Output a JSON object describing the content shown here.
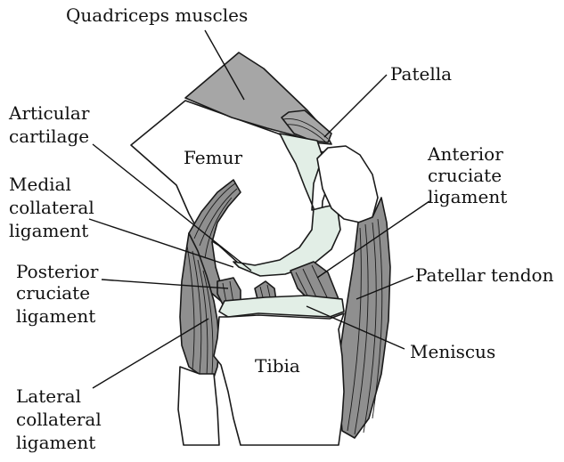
{
  "labels": {
    "quadriceps": "Quadriceps muscles",
    "patella": "Patella",
    "articular_cartilage": [
      "Articular",
      "cartilage"
    ],
    "femur": "Femur",
    "anterior_cruciate": [
      "Anterior",
      "cruciate",
      "ligament"
    ],
    "medial_collateral": [
      "Medial",
      "collateral",
      "ligament"
    ],
    "posterior_cruciate": [
      "Posterior",
      "cruciate",
      "ligament"
    ],
    "patellar_tendon": "Patellar tendon",
    "meniscus": "Meniscus",
    "tibia": "Tibia",
    "lateral_collateral": [
      "Lateral",
      "collateral",
      "ligament"
    ]
  },
  "colors": {
    "muscle": "#a6a6a6",
    "ligament": "#8f8f8f",
    "cartilage": "#e2eee6",
    "bone": "#ffffff",
    "outline": "#1a1a1a"
  }
}
